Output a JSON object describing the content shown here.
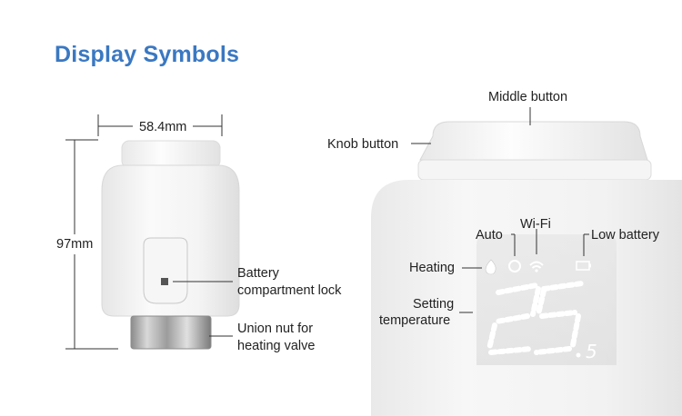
{
  "title": "Display Symbols",
  "dimensions": {
    "width_label": "58.4mm",
    "height_label": "97mm"
  },
  "left_callouts": {
    "battery_lock": [
      "Battery",
      "compartment lock"
    ],
    "union_nut": [
      "Union nut for",
      "heating valve"
    ]
  },
  "right_callouts": {
    "middle_button": "Middle button",
    "knob_button": "Knob button",
    "auto": "Auto",
    "wifi": "Wi-Fi",
    "low_battery": "Low battery",
    "heating": "Heating",
    "setting_temperature": [
      "Setting",
      "temperature"
    ]
  },
  "display": {
    "temperature_main": "25",
    "temperature_decimal": "5"
  },
  "colors": {
    "title": "#3a78c2",
    "device_body": "#f2f2f2",
    "display_segments": "#ffffff"
  }
}
